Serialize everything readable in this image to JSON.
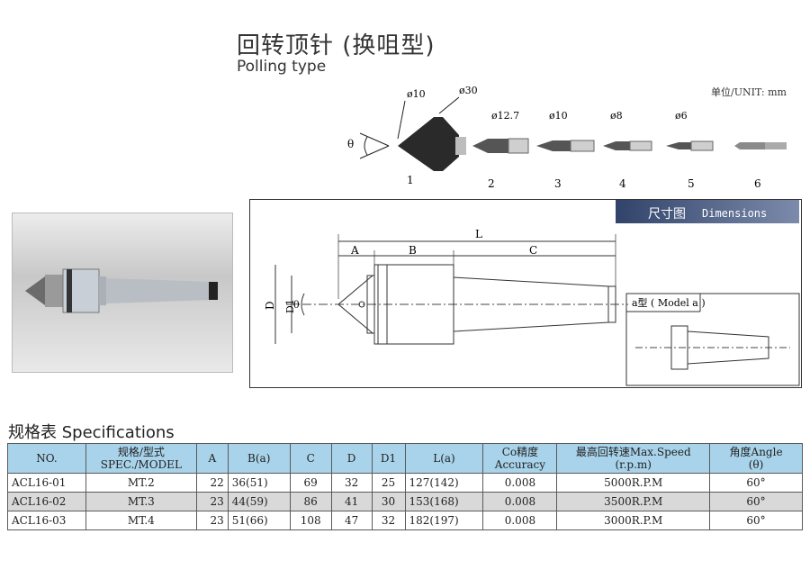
{
  "header": {
    "title_cn": "回转顶针 (换咀型)",
    "title_en": "Polling type",
    "unit": "单位/UNIT: mm"
  },
  "tips": {
    "theta": "θ",
    "d10": "ø10",
    "d30": "ø30",
    "d12_7": "ø12.7",
    "d10b": "ø10",
    "d8": "ø8",
    "d6": "ø6",
    "nums": [
      "1",
      "2",
      "3",
      "4",
      "5",
      "6"
    ]
  },
  "dimensions": {
    "header_cn": "尺寸图",
    "header_en": "Dimensions",
    "labels": {
      "A": "A",
      "B": "B",
      "C": "C",
      "L": "L",
      "D": "D",
      "D1": "D1",
      "theta": "θ"
    },
    "model_a": "a型  ( Model a )"
  },
  "specifications": {
    "title_cn": "规格表",
    "title_en": "Specifications",
    "headers": [
      {
        "l1": "NO.",
        "l2": ""
      },
      {
        "l1": "规格/型式",
        "l2": "SPEC./MODEL"
      },
      {
        "l1": "A",
        "l2": ""
      },
      {
        "l1": "B(a)",
        "l2": ""
      },
      {
        "l1": "C",
        "l2": ""
      },
      {
        "l1": "D",
        "l2": ""
      },
      {
        "l1": "D1",
        "l2": ""
      },
      {
        "l1": "L(a)",
        "l2": ""
      },
      {
        "l1": "Co精度",
        "l2": "Accuracy"
      },
      {
        "l1": "最高回转速Max.Speed",
        "l2": "(r.p.m)"
      },
      {
        "l1": "角度Angle",
        "l2": "(θ)"
      }
    ],
    "rows": [
      [
        "ACL16-01",
        "MT.2",
        "22",
        "36(51)",
        "69",
        "32",
        "25",
        "127(142)",
        "0.008",
        "5000R.P.M",
        "60°"
      ],
      [
        "ACL16-02",
        "MT.3",
        "23",
        "44(59)",
        "86",
        "41",
        "30",
        "153(168)",
        "0.008",
        "3500R.P.M",
        "60°"
      ],
      [
        "ACL16-03",
        "MT.4",
        "23",
        "51(66)",
        "108",
        "47",
        "32",
        "182(197)",
        "0.008",
        "3000R.P.M",
        "60°"
      ]
    ]
  },
  "colors": {
    "header_bg": "#a8d3ea",
    "row_gray": "#d9d9d9",
    "dim_header": "#31436a"
  }
}
